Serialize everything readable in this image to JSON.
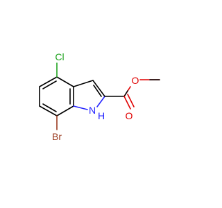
{
  "molecule": {
    "atoms": {
      "cl": {
        "symbol": "Cl",
        "color": "#1fa31f"
      },
      "br": {
        "symbol": "Br",
        "color": "#9a3a1f"
      },
      "o_ether": {
        "symbol": "O",
        "color": "#e00000"
      },
      "o_carbonyl": {
        "symbol": "O",
        "color": "#e00000"
      },
      "n": {
        "symbol": "N",
        "color": "#2424ff"
      },
      "h": {
        "symbol": "H",
        "color": "#2424ff"
      }
    },
    "bond_color": "#000000"
  }
}
